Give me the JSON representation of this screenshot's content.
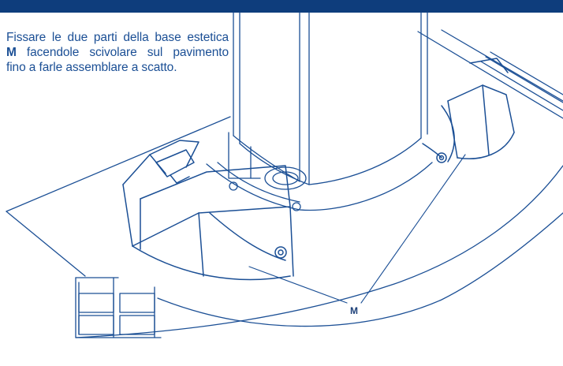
{
  "instruction": {
    "line1": "Fissare le due parti della base estetica",
    "part_letter": "M",
    "line2_rest": " facendole scivolare sul pavimento",
    "line3": "fino a farle assemblare a scatto."
  },
  "callout": {
    "label": "M"
  },
  "colors": {
    "header_band": "#0e3d7c",
    "line_art": "#1b4f95",
    "text": "#1b4f95"
  }
}
